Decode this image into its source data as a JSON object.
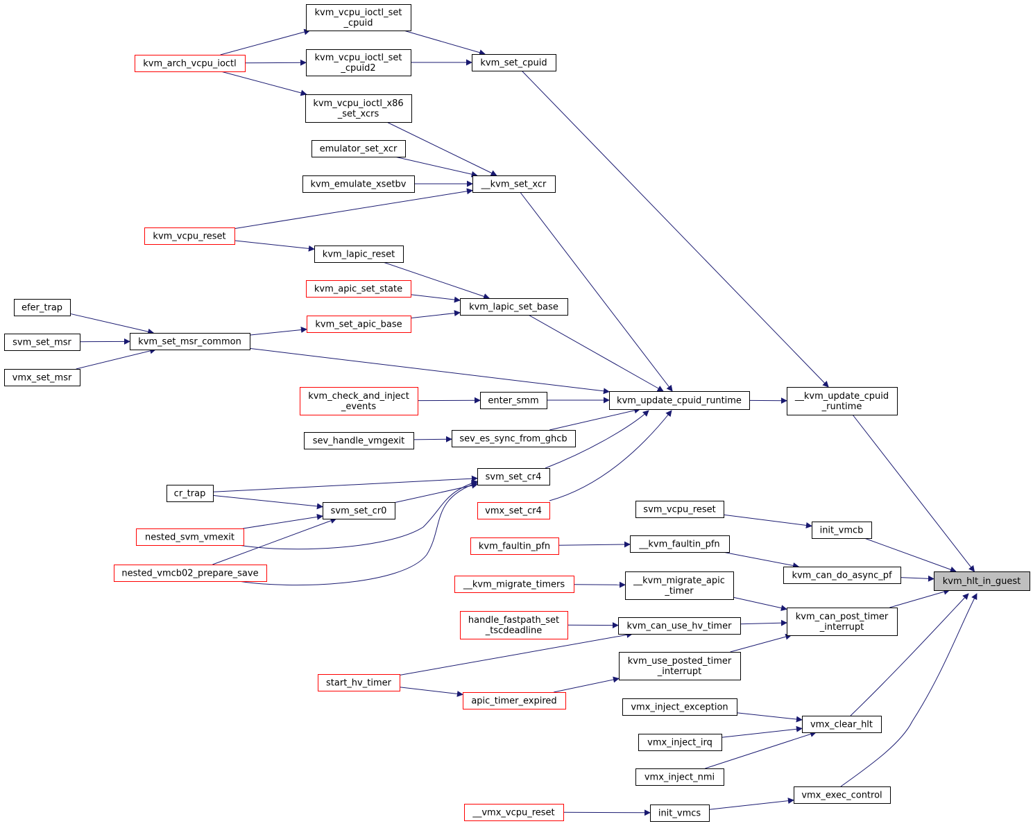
{
  "colors": {
    "edge": "#191970",
    "box_border": "#000000",
    "box_border_red": "#ff0000",
    "current_fill": "#bfbfbf"
  },
  "nodes": [
    {
      "id": "hlt",
      "lines": [
        "kvm_hlt_in_guest"
      ],
      "style": "current"
    },
    {
      "id": "upd_cpuid",
      "lines": [
        "__kvm_update_cpuid",
        "_runtime"
      ],
      "style": "black"
    },
    {
      "id": "init_vmcb",
      "lines": [
        "init_vmcb"
      ],
      "style": "black"
    },
    {
      "id": "can_async",
      "lines": [
        "kvm_can_do_async_pf"
      ],
      "style": "black"
    },
    {
      "id": "can_post",
      "lines": [
        "kvm_can_post_timer",
        "_interrupt"
      ],
      "style": "black"
    },
    {
      "id": "clear_hlt",
      "lines": [
        "vmx_clear_hlt"
      ],
      "style": "black"
    },
    {
      "id": "exec_ctrl",
      "lines": [
        "vmx_exec_control"
      ],
      "style": "black"
    },
    {
      "id": "set_cpuid",
      "lines": [
        "kvm_set_cpuid"
      ],
      "style": "black"
    },
    {
      "id": "cpuid_rt",
      "lines": [
        "kvm_update_cpuid_runtime"
      ],
      "style": "black"
    },
    {
      "id": "ioctl_cpuid",
      "lines": [
        "kvm_vcpu_ioctl_set",
        "_cpuid"
      ],
      "style": "black"
    },
    {
      "id": "ioctl_cpuid2",
      "lines": [
        "kvm_vcpu_ioctl_set",
        "_cpuid2"
      ],
      "style": "black"
    },
    {
      "id": "arch_ioctl",
      "lines": [
        "kvm_arch_vcpu_ioctl"
      ],
      "style": "red"
    },
    {
      "id": "xcrs",
      "lines": [
        "kvm_vcpu_ioctl_x86",
        "_set_xcrs"
      ],
      "style": "black"
    },
    {
      "id": "set_xcr",
      "lines": [
        "__kvm_set_xcr"
      ],
      "style": "black"
    },
    {
      "id": "emu_xcr",
      "lines": [
        "emulator_set_xcr"
      ],
      "style": "black"
    },
    {
      "id": "xsetbv",
      "lines": [
        "kvm_emulate_xsetbv"
      ],
      "style": "black"
    },
    {
      "id": "vcpu_reset",
      "lines": [
        "kvm_vcpu_reset"
      ],
      "style": "red"
    },
    {
      "id": "lapic_reset",
      "lines": [
        "kvm_lapic_reset"
      ],
      "style": "black"
    },
    {
      "id": "apic_state",
      "lines": [
        "kvm_apic_set_state"
      ],
      "style": "red"
    },
    {
      "id": "lapic_base",
      "lines": [
        "kvm_lapic_set_base"
      ],
      "style": "black"
    },
    {
      "id": "set_apic_base",
      "lines": [
        "kvm_set_apic_base"
      ],
      "style": "red"
    },
    {
      "id": "msr_common",
      "lines": [
        "kvm_set_msr_common"
      ],
      "style": "black"
    },
    {
      "id": "efer_trap",
      "lines": [
        "efer_trap"
      ],
      "style": "black"
    },
    {
      "id": "svm_msr",
      "lines": [
        "svm_set_msr"
      ],
      "style": "black"
    },
    {
      "id": "vmx_msr",
      "lines": [
        "vmx_set_msr"
      ],
      "style": "black"
    },
    {
      "id": "check_inject",
      "lines": [
        "kvm_check_and_inject",
        "_events"
      ],
      "style": "red"
    },
    {
      "id": "enter_smm",
      "lines": [
        "enter_smm"
      ],
      "style": "black"
    },
    {
      "id": "vmgexit",
      "lines": [
        "sev_handle_vmgexit"
      ],
      "style": "black"
    },
    {
      "id": "ghcb",
      "lines": [
        "sev_es_sync_from_ghcb"
      ],
      "style": "black"
    },
    {
      "id": "svm_cr4",
      "lines": [
        "svm_set_cr4"
      ],
      "style": "black"
    },
    {
      "id": "cr_trap",
      "lines": [
        "cr_trap"
      ],
      "style": "black"
    },
    {
      "id": "svm_cr0",
      "lines": [
        "svm_set_cr0"
      ],
      "style": "black"
    },
    {
      "id": "nested_vmexit",
      "lines": [
        "nested_svm_vmexit"
      ],
      "style": "red"
    },
    {
      "id": "vmcb02",
      "lines": [
        "nested_vmcb02_prepare_save"
      ],
      "style": "red"
    },
    {
      "id": "vmx_cr4",
      "lines": [
        "vmx_set_cr4"
      ],
      "style": "red"
    },
    {
      "id": "svm_vcpu_reset",
      "lines": [
        "svm_vcpu_reset"
      ],
      "style": "black"
    },
    {
      "id": "faultin",
      "lines": [
        "kvm_faultin_pfn"
      ],
      "style": "red"
    },
    {
      "id": "faultin2",
      "lines": [
        "__kvm_faultin_pfn"
      ],
      "style": "black"
    },
    {
      "id": "mig_timers",
      "lines": [
        "__kvm_migrate_timers"
      ],
      "style": "red"
    },
    {
      "id": "mig_apic",
      "lines": [
        "__kvm_migrate_apic",
        "_timer"
      ],
      "style": "black"
    },
    {
      "id": "fastpath",
      "lines": [
        "handle_fastpath_set",
        "_tscdeadline"
      ],
      "style": "red"
    },
    {
      "id": "hv_timer",
      "lines": [
        "kvm_can_use_hv_timer"
      ],
      "style": "black"
    },
    {
      "id": "start_hv",
      "lines": [
        "start_hv_timer"
      ],
      "style": "red"
    },
    {
      "id": "use_posted",
      "lines": [
        "kvm_use_posted_timer",
        "_interrupt"
      ],
      "style": "black"
    },
    {
      "id": "apic_expired",
      "lines": [
        "apic_timer_expired"
      ],
      "style": "red"
    },
    {
      "id": "inj_exc",
      "lines": [
        "vmx_inject_exception"
      ],
      "style": "black"
    },
    {
      "id": "inj_irq",
      "lines": [
        "vmx_inject_irq"
      ],
      "style": "black"
    },
    {
      "id": "inj_nmi",
      "lines": [
        "vmx_inject_nmi"
      ],
      "style": "black"
    },
    {
      "id": "vmx_vcpu_reset",
      "lines": [
        "__vmx_vcpu_reset"
      ],
      "style": "red"
    },
    {
      "id": "init_vmcs",
      "lines": [
        "init_vmcs"
      ],
      "style": "black"
    }
  ],
  "edges": [
    [
      "upd_cpuid",
      "hlt"
    ],
    [
      "init_vmcb",
      "hlt"
    ],
    [
      "can_async",
      "hlt"
    ],
    [
      "can_post",
      "hlt"
    ],
    [
      "clear_hlt",
      "hlt"
    ],
    [
      "exec_ctrl",
      "hlt"
    ],
    [
      "set_cpuid",
      "upd_cpuid"
    ],
    [
      "cpuid_rt",
      "upd_cpuid"
    ],
    [
      "ioctl_cpuid",
      "set_cpuid"
    ],
    [
      "ioctl_cpuid2",
      "set_cpuid"
    ],
    [
      "arch_ioctl",
      "ioctl_cpuid"
    ],
    [
      "arch_ioctl",
      "ioctl_cpuid2"
    ],
    [
      "arch_ioctl",
      "xcrs"
    ],
    [
      "set_xcr",
      "cpuid_rt"
    ],
    [
      "xcrs",
      "set_xcr"
    ],
    [
      "emu_xcr",
      "set_xcr"
    ],
    [
      "xsetbv",
      "set_xcr"
    ],
    [
      "vcpu_reset",
      "set_xcr"
    ],
    [
      "vcpu_reset",
      "lapic_reset"
    ],
    [
      "lapic_reset",
      "lapic_base"
    ],
    [
      "apic_state",
      "lapic_base"
    ],
    [
      "set_apic_base",
      "lapic_base"
    ],
    [
      "lapic_base",
      "cpuid_rt"
    ],
    [
      "msr_common",
      "set_apic_base"
    ],
    [
      "msr_common",
      "cpuid_rt"
    ],
    [
      "efer_trap",
      "msr_common"
    ],
    [
      "svm_msr",
      "msr_common"
    ],
    [
      "vmx_msr",
      "msr_common"
    ],
    [
      "check_inject",
      "enter_smm"
    ],
    [
      "enter_smm",
      "cpuid_rt"
    ],
    [
      "vmgexit",
      "ghcb"
    ],
    [
      "ghcb",
      "cpuid_rt"
    ],
    [
      "svm_cr4",
      "cpuid_rt"
    ],
    [
      "vmx_cr4",
      "cpuid_rt"
    ],
    [
      "cr_trap",
      "svm_cr4"
    ],
    [
      "cr_trap",
      "svm_cr0"
    ],
    [
      "svm_cr0",
      "svm_cr4"
    ],
    [
      "nested_vmexit",
      "svm_cr0"
    ],
    [
      "vmcb02",
      "svm_cr0"
    ],
    [
      "nested_vmexit",
      "svm_cr4"
    ],
    [
      "vmcb02",
      "svm_cr4"
    ],
    [
      "svm_vcpu_reset",
      "init_vmcb"
    ],
    [
      "faultin",
      "faultin2"
    ],
    [
      "faultin2",
      "can_async"
    ],
    [
      "mig_timers",
      "mig_apic"
    ],
    [
      "mig_apic",
      "can_post"
    ],
    [
      "fastpath",
      "hv_timer"
    ],
    [
      "hv_timer",
      "can_post"
    ],
    [
      "start_hv",
      "hv_timer"
    ],
    [
      "start_hv",
      "apic_expired"
    ],
    [
      "apic_expired",
      "use_posted"
    ],
    [
      "use_posted",
      "can_post"
    ],
    [
      "inj_exc",
      "clear_hlt"
    ],
    [
      "inj_irq",
      "clear_hlt"
    ],
    [
      "inj_nmi",
      "clear_hlt"
    ],
    [
      "vmx_vcpu_reset",
      "init_vmcs"
    ],
    [
      "init_vmcs",
      "exec_ctrl"
    ]
  ]
}
